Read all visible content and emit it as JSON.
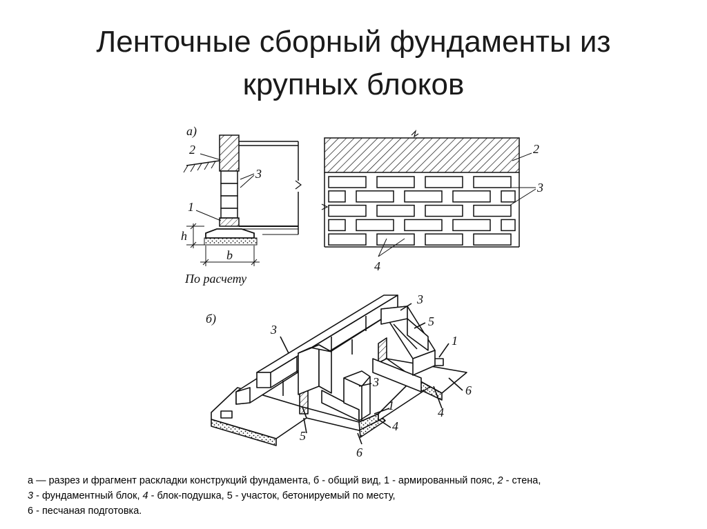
{
  "title": {
    "line1": "Ленточные сборный фундаменты из",
    "line2": "крупных блоков"
  },
  "diagram": {
    "part_a": "а)",
    "part_b": "б)",
    "dim_h": "h",
    "dim_b": "b",
    "note": "По расчету",
    "markers": {
      "m1": "1",
      "m2": "2",
      "m3": "3",
      "m4": "4",
      "m5": "5",
      "m6": "6"
    }
  },
  "caption": {
    "line1_a": "а — разрез и фрагмент раскладки конструкций фундамента, б - общий вид, 1 - армированный пояс, ",
    "line1_b": "2",
    "line1_c": " - стена,",
    "line2_a": "3",
    "line2_b": " - фундаментный блок, ",
    "line2_c": "4",
    "line2_d": " - блок-подушка, 5 - участок, бетонируемый по месту,",
    "line3": "6 - песчаная подготовка."
  }
}
